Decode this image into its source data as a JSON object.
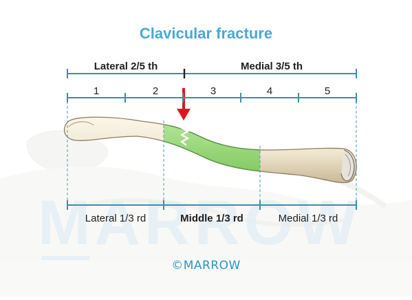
{
  "title": "Clavicular fracture",
  "watermark": "MARROW",
  "copyright": "©MARROW",
  "top_scale": {
    "left_label": "Lateral 2/5 th",
    "right_label": "Medial 3/5 th",
    "segments": [
      "1",
      "2",
      "3",
      "4",
      "5"
    ]
  },
  "bottom_scale": {
    "lateral": "Lateral 1/3 rd",
    "middle": "Middle 1/3 rd",
    "medial": "Medial 1/3 rd"
  },
  "colors": {
    "title": "#49a9d4",
    "scale_line": "#3d8fa6",
    "arrow": "#e1151d",
    "fracture_zone": "#8fd46a",
    "bone": "#efe7d2",
    "watermark": "#dcebf3"
  }
}
